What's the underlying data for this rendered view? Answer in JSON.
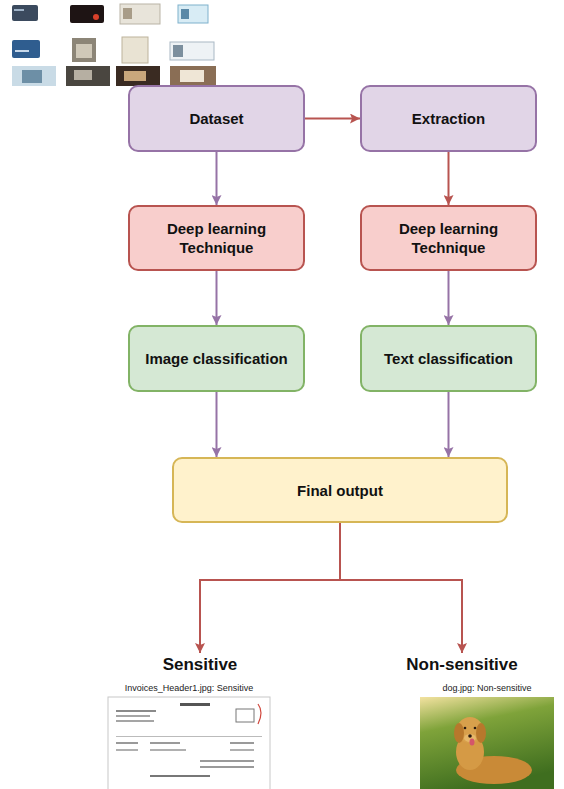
{
  "diagram": {
    "nodes": [
      {
        "text": [
          "Dataset"
        ]
      },
      {
        "text": [
          "Extraction"
        ]
      },
      {
        "text": [
          "Deep learning Technique"
        ]
      },
      {
        "text": [
          "Deep learning Technique"
        ]
      },
      {
        "text": [
          "Image classification"
        ]
      },
      {
        "text": [
          "Text classification"
        ]
      },
      {
        "text": [
          "Final output"
        ]
      },
      {
        "text": [
          "Sensitive"
        ]
      },
      {
        "text": [
          "Non-sensitive"
        ]
      }
    ],
    "edges": [
      {
        "from": 0,
        "to": 1,
        "arrow": "to"
      },
      {
        "from": 0,
        "to": 2,
        "arrow": "to"
      },
      {
        "from": 1,
        "to": 3,
        "arrow": "to"
      },
      {
        "from": 2,
        "to": 4,
        "arrow": "to"
      },
      {
        "from": 3,
        "to": 5,
        "arrow": "to"
      },
      {
        "from": 4,
        "to": 6,
        "arrow": "to"
      },
      {
        "from": 5,
        "to": 6,
        "arrow": "to"
      },
      {
        "from": 6,
        "to": 7,
        "arrow": "to"
      },
      {
        "from": 6,
        "to": 8,
        "arrow": "to"
      }
    ],
    "labels": [
      "Invoices_Header1.jpg: Sensitive",
      "dog.jpg: Non-sensitive"
    ]
  }
}
